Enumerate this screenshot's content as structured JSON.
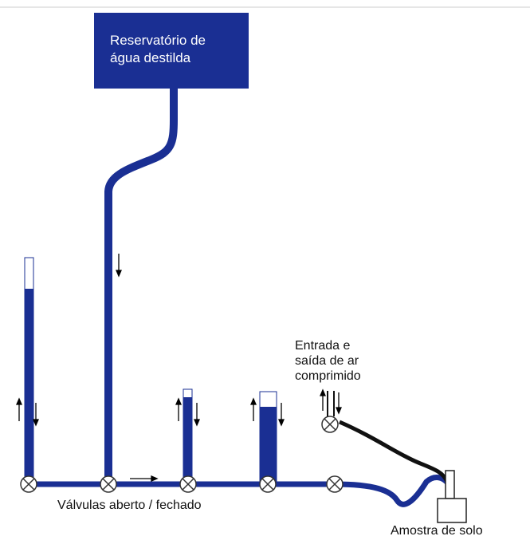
{
  "reservoir": {
    "line1": "Reservatório de",
    "line2": "água destilda"
  },
  "air": {
    "line1": "Entrada e",
    "line2": "saída de ar",
    "line3": "comprimido"
  },
  "valves_label": "Válvulas aberto / fechado",
  "sample_label": "Amostra de solo",
  "colors": {
    "water": "#1a2f93",
    "air_hose": "#111111",
    "background": "#ffffff"
  }
}
